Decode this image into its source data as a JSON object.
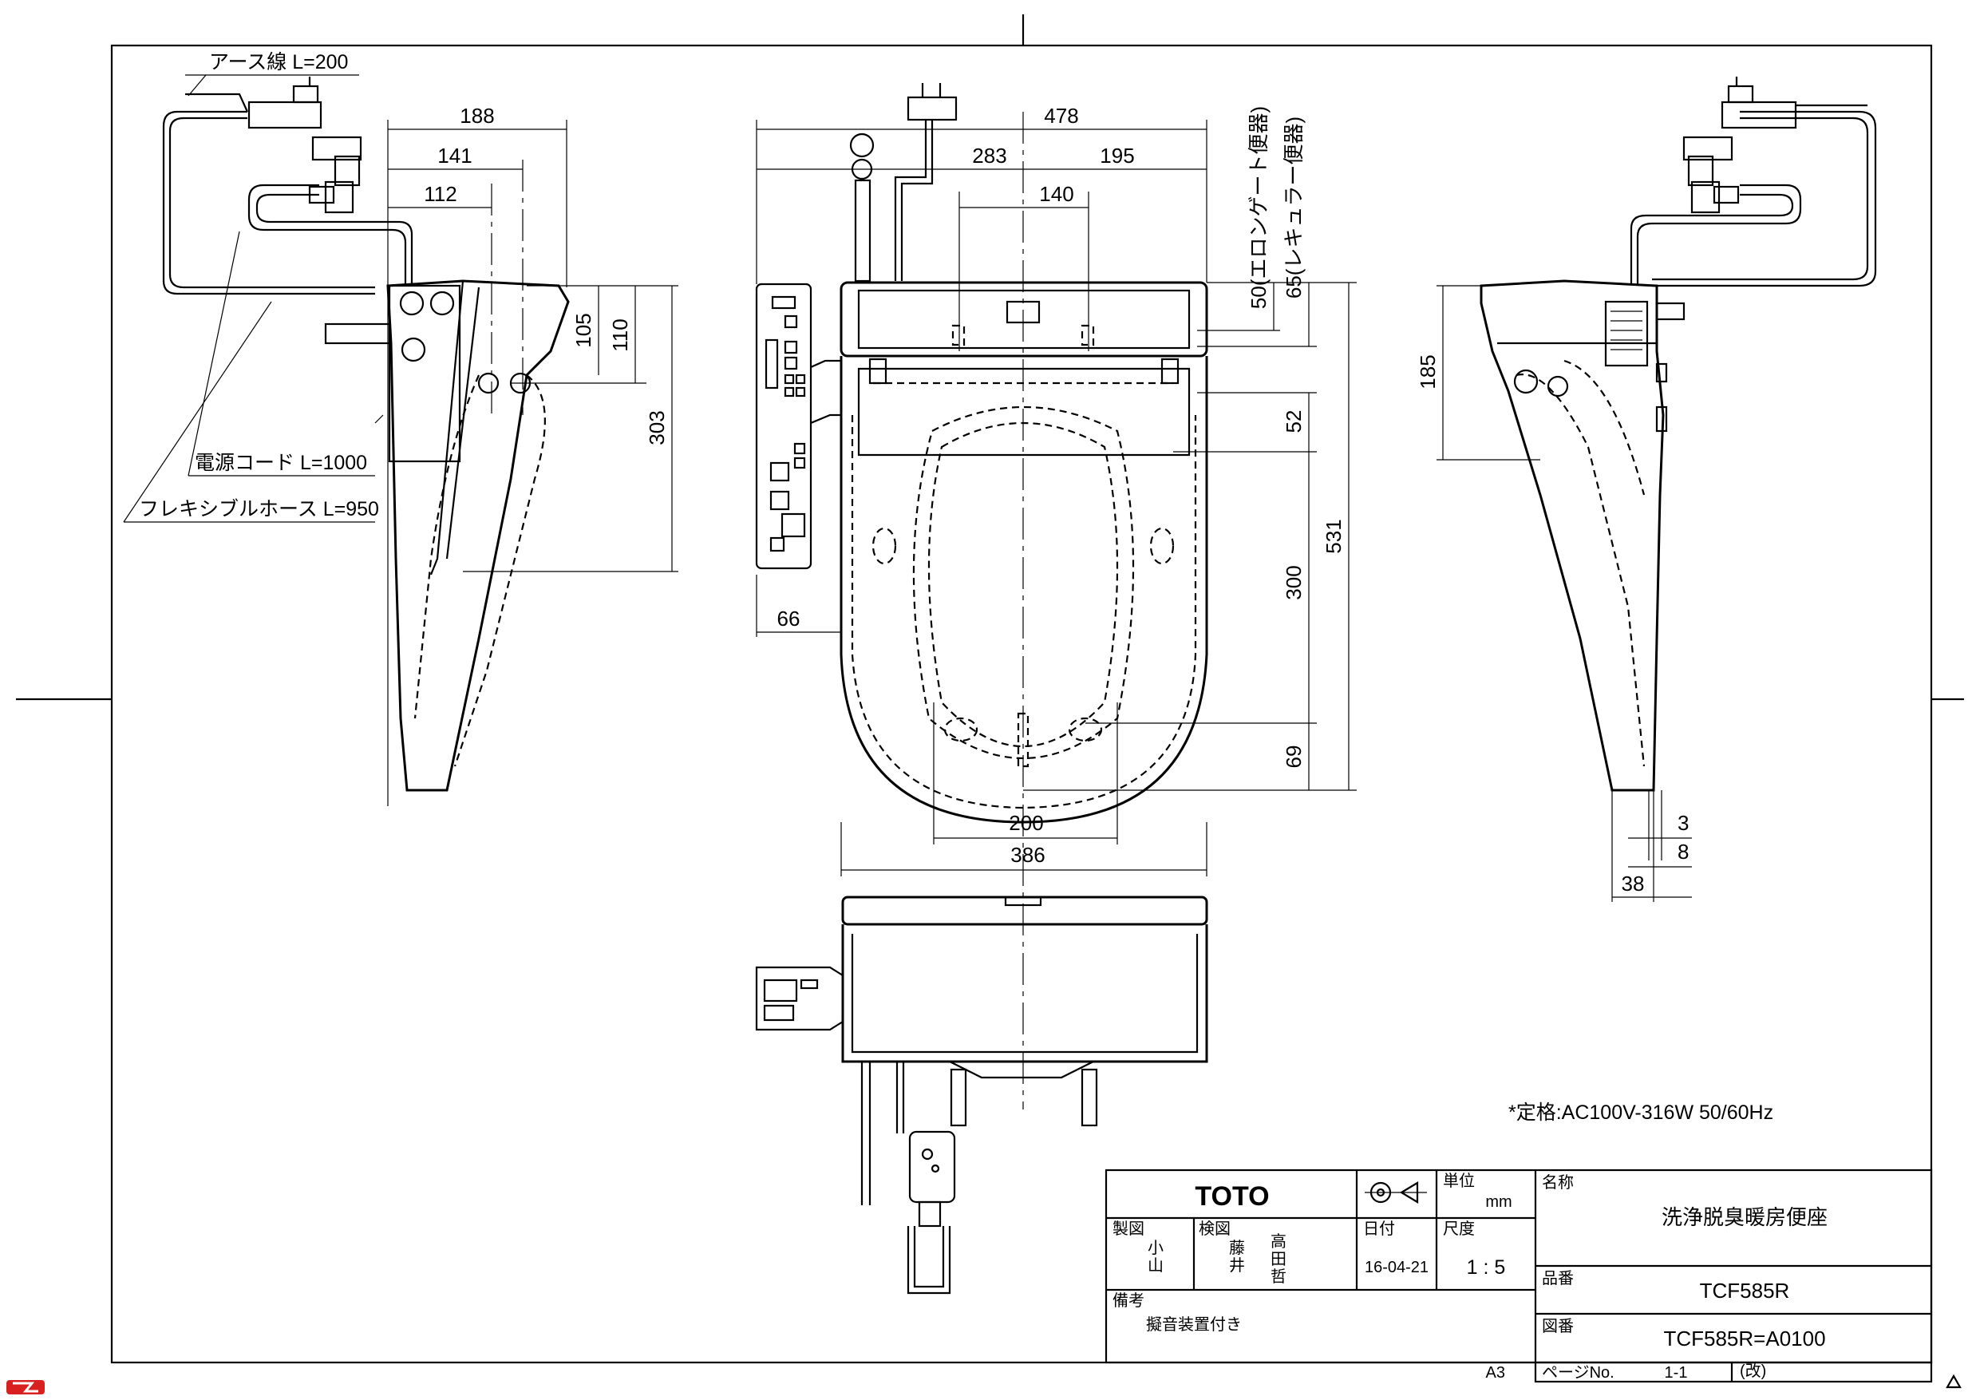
{
  "labels": {
    "earth_wire": "アース線 L=200",
    "power_cord": "電源コード L=1000",
    "flex_hose": "フレキシブルホース L=950",
    "elongated": "50(エロンゲート便器)",
    "regular": "65(レキュラー便器)",
    "rating": "*定格:AC100V-316W 50/60Hz",
    "sheet_size": "A3"
  },
  "dimensions": {
    "d188": "188",
    "d141": "141",
    "d112": "112",
    "d105": "105",
    "d110": "110",
    "d303": "303",
    "d478": "478",
    "d283": "283",
    "d195": "195",
    "d140": "140",
    "d52": "52",
    "d300": "300",
    "d531": "531",
    "d69": "69",
    "d66": "66",
    "d200": "200",
    "d386": "386",
    "d185": "185",
    "d3": "3",
    "d8": "8",
    "d38": "38"
  },
  "title_block": {
    "brand": "TOTO",
    "unit_label": "単位",
    "unit_value": "mm",
    "drawn_label": "製図",
    "drawn_names": [
      "小",
      "山"
    ],
    "checked_label": "検図",
    "checked_names": [
      "藤",
      "井",
      "高",
      "田",
      "哲"
    ],
    "date_label": "日付",
    "date_value": "16-04-21",
    "scale_label": "尺度",
    "scale_value": "1 : 5",
    "remarks_label": "備考",
    "remarks_value": "擬音装置付き",
    "name_label": "名称",
    "name_value": "洗浄脱臭暖房便座",
    "part_label": "品番",
    "part_value": "TCF585R",
    "drawing_label": "図番",
    "drawing_value": "TCF585R=A0100",
    "page_label": "ページNo.",
    "page_value": "1-1",
    "revision_label": "(改)"
  }
}
